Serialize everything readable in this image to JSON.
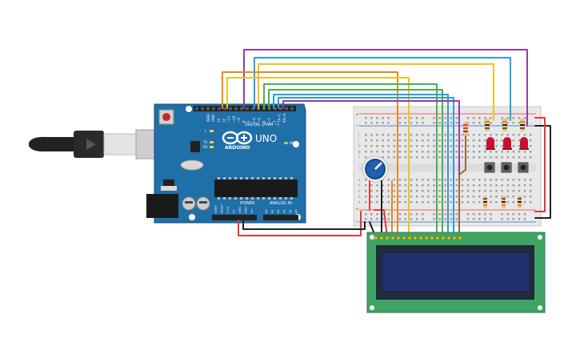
{
  "arduino": {
    "aref": "AREF",
    "gnd": "GND",
    "pins": [
      "13",
      "12",
      "~11",
      "~10",
      "~9",
      "8",
      "7",
      "~6",
      "~5",
      "4",
      "~3",
      "2",
      "TX→1",
      "RX←0"
    ],
    "digital_label": "DIGITAL (PWM ~)",
    "logo": "ARDUINO",
    "model": "UNO",
    "led_l": "L",
    "led_tx": "TX",
    "led_rx": "RX",
    "on_label": "ON",
    "power_label": "POWER",
    "analog_label": "ANALOG IN",
    "power_pins": [
      "IOREF",
      "RESET",
      "3.3V",
      "5V",
      "GND",
      "GND",
      "Vin"
    ],
    "analog_pins": [
      "A0",
      "A1",
      "A2",
      "A3",
      "A4",
      "A5"
    ]
  },
  "breadboard": {
    "plus": "+",
    "minus": "−",
    "row_letters_top": [
      "j",
      "i",
      "h",
      "g",
      "f"
    ],
    "row_letters_bottom": [
      "e",
      "d",
      "c",
      "b",
      "a"
    ]
  },
  "colors": {
    "arduino_board": "#1f6fa8",
    "breadboard": "#e8e8e8",
    "lcd_pcb": "#3fa463",
    "lcd_screen": "#1e2f6b",
    "led": "#c8102e",
    "potentiometer": "#1f5fb0",
    "wire_purple": "#8e3ea8",
    "wire_blue": "#2b9fd6",
    "wire_yellow": "#f0c419",
    "wire_orange": "#e8891a",
    "wire_green": "#4caf50",
    "wire_red": "#e53935",
    "wire_black": "#222222",
    "wire_brown": "#a0652b"
  },
  "icons": [
    "usb-cable-icon",
    "reset-button-icon",
    "infinity-logo-icon"
  ]
}
